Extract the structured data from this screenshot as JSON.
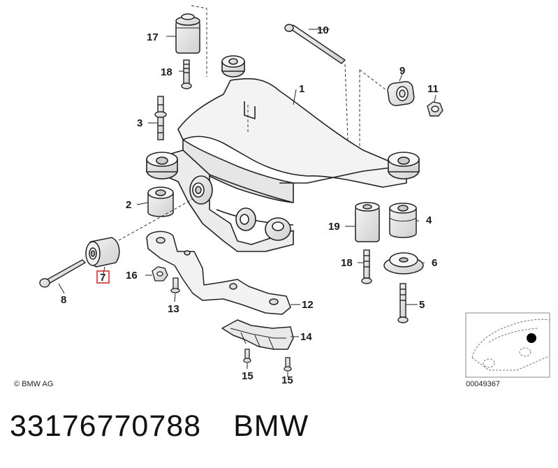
{
  "diagram": {
    "copyright": "© BMW AG",
    "inset_ref_number": "00049367",
    "callouts": {
      "c1": "1",
      "c2": "2",
      "c3": "3",
      "c4": "4",
      "c5": "5",
      "c6": "6",
      "c7": "7",
      "c8": "8",
      "c9": "9",
      "c10": "10",
      "c11": "11",
      "c12": "12",
      "c13": "13",
      "c14": "14",
      "c15a": "15",
      "c15b": "15",
      "c16": "16",
      "c17": "17",
      "c18a": "18",
      "c18b": "18",
      "c19": "19"
    },
    "highlight_color": "#d32f2f"
  },
  "footer": {
    "part_number": "33176770788",
    "brand": "BMW"
  }
}
